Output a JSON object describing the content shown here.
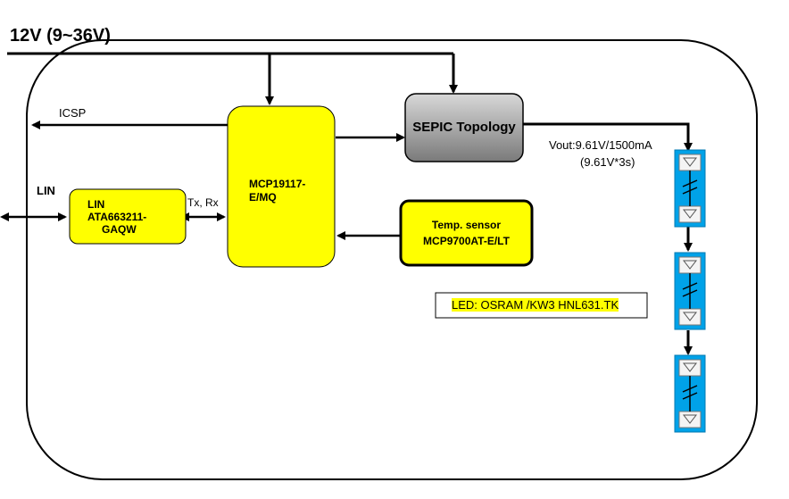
{
  "supply_label": "12V (9~36V)",
  "icsp_label": "ICSP",
  "lin_label": "LIN",
  "txrx_label": "Tx, Rx",
  "vout_label": "Vout:9.61V/1500mA",
  "vout_sub_label": "(9.61V*3s)",
  "led_note": "LED: OSRAM /KW3 HNL631.TK",
  "blocks": {
    "mcp": {
      "line1": "MCP19117-",
      "line2": "E/MQ"
    },
    "sepic": {
      "label": "SEPIC Topology"
    },
    "lin_transceiver": {
      "line1": "LIN",
      "line2": "ATA663211-",
      "line3": "GAQW"
    },
    "temp_sensor": {
      "line1": "Temp. sensor",
      "line2": "MCP9700AT-E/LT"
    }
  },
  "led_modules_count": 3,
  "colors": {
    "yellow_block": "#FFFF00",
    "sepic_gray": "#A8A8A8",
    "led_blue": "#00A2E8",
    "led_note_fill": "#FFFF00",
    "line": "#000000"
  }
}
